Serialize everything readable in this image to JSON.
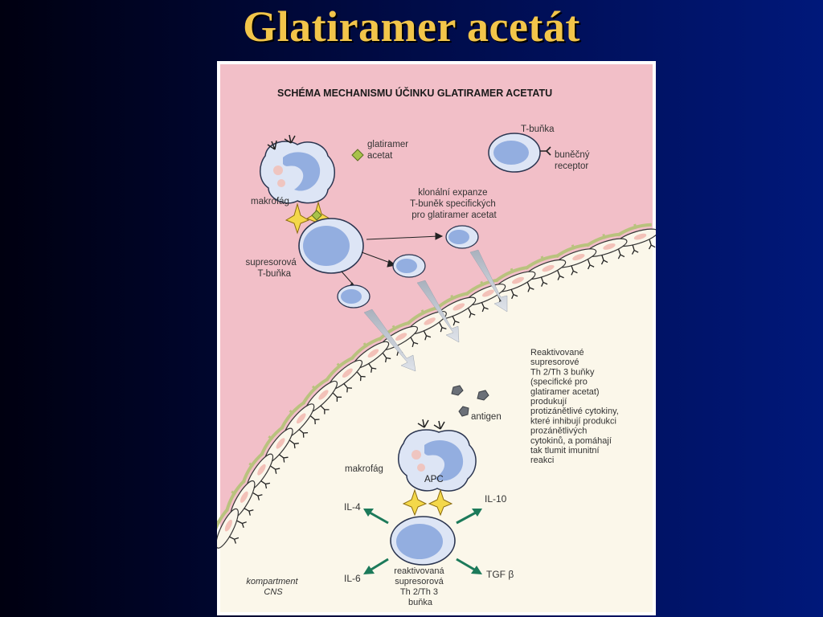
{
  "slide": {
    "title": "Glatiramer acetát"
  },
  "figure": {
    "heading": "SCHÉMA MECHANISMU ÚČINKU GLATIRAMER ACETATU",
    "labels": {
      "glatiramer": [
        "glatiramer",
        "acetat"
      ],
      "t_cell": "T-buňka",
      "cell_receptor": [
        "buněčný",
        "receptor"
      ],
      "macrophage_top": "makrofág",
      "clonal_expansion": [
        "klonální expanze",
        "T-buněk specifických",
        "pro glatiramer acetat"
      ],
      "suppressor": [
        "supresorová",
        "T-buňka"
      ],
      "reactivated_text": [
        "Reaktivované",
        "supresorové",
        "Th 2/Th 3 buňky",
        "(specifické pro",
        "glatiramer acetat)",
        "produkují",
        "protizánětlivé cytokiny,",
        "které inhibují produkci",
        "prozánětlivých",
        "cytokinů, a pomáhají",
        "tak tlumit imunitní",
        "reakci"
      ],
      "antigen": "antigen",
      "macrophage_bottom": "makrofág",
      "apc": "APC",
      "il4": "IL-4",
      "il10": "IL-10",
      "il6": "IL-6",
      "tgf": "TGF β",
      "reactivated_cell": [
        "reaktivovaná",
        "supresorová",
        "Th 2/Th 3",
        "buňka"
      ],
      "compartment": [
        "kompartment",
        "CNS"
      ]
    },
    "colors": {
      "pink_region": "#f2bfc8",
      "cream_region": "#fbf7ea",
      "cell_fill": "#dde5f5",
      "nucleus": "#93aee0",
      "arrow_green": "#1c7a5a"
    }
  }
}
